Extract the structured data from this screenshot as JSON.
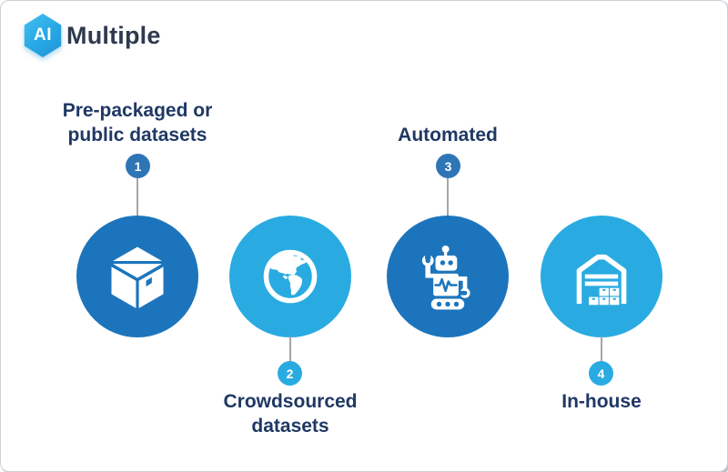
{
  "logo": {
    "mark": "AI",
    "name": "Multiple"
  },
  "colors": {
    "dark_blue_circle": "#1C75BC",
    "light_blue_circle": "#29ABE2",
    "badge_dark_blue": "#2E75B6",
    "badge_light_blue": "#29ABE2",
    "label_text_navy": "#1F3864",
    "connector_gray": "#A6A6A6",
    "icon_white": "#FFFFFF"
  },
  "items": [
    {
      "number": "1",
      "label_lines": [
        "Pre-packaged or",
        "public datasets"
      ],
      "icon": "package-icon",
      "label_position": "above",
      "circle_color": "#1C75BC",
      "badge_color": "#2E75B6"
    },
    {
      "number": "2",
      "label_lines": [
        "Crowdsourced",
        "datasets"
      ],
      "icon": "globe-icon",
      "label_position": "below",
      "circle_color": "#29ABE2",
      "badge_color": "#29ABE2"
    },
    {
      "number": "3",
      "label_lines": [
        "Automated"
      ],
      "icon": "robot-icon",
      "label_position": "above",
      "circle_color": "#1C75BC",
      "badge_color": "#2E75B6"
    },
    {
      "number": "4",
      "label_lines": [
        "In-house"
      ],
      "icon": "warehouse-icon",
      "label_position": "below",
      "circle_color": "#29ABE2",
      "badge_color": "#29ABE2"
    }
  ]
}
